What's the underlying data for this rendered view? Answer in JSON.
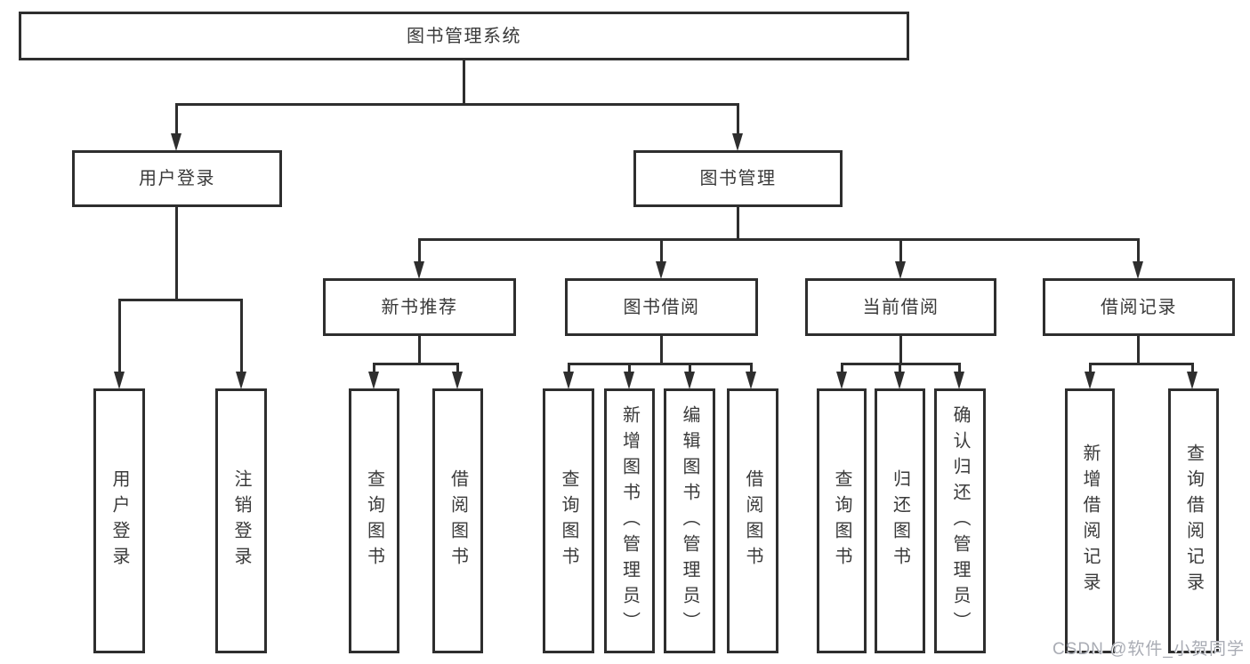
{
  "diagram": {
    "root": {
      "label": "图书管理系统"
    },
    "level2": [
      {
        "label": "用户登录"
      },
      {
        "label": "图书管理"
      }
    ],
    "level3": [
      {
        "label": "新书推荐"
      },
      {
        "label": "图书借阅"
      },
      {
        "label": "当前借阅"
      },
      {
        "label": "借阅记录"
      }
    ],
    "leaves": {
      "user_login": [
        {
          "label": "用户登录"
        },
        {
          "label": "注销登录"
        }
      ],
      "new_book_rec": [
        {
          "label": "查询图书"
        },
        {
          "label": "借阅图书"
        }
      ],
      "book_borrow": [
        {
          "label": "查询图书"
        },
        {
          "label": "新增图书（管理员）"
        },
        {
          "label": "编辑图书（管理员）"
        },
        {
          "label": "借阅图书"
        }
      ],
      "current_borrow": [
        {
          "label": "查询图书"
        },
        {
          "label": "归还图书"
        },
        {
          "label": "确认归还（管理员）"
        }
      ],
      "borrow_record": [
        {
          "label": "新增借阅记录"
        },
        {
          "label": "查询借阅记录"
        }
      ]
    },
    "colors": {
      "line": "#2e2e2e",
      "text": "#3a3a3a",
      "box_bg": "#ffffff",
      "watermark": "#a9acb4"
    },
    "watermark": "CSDN @软件_小贺同学"
  }
}
